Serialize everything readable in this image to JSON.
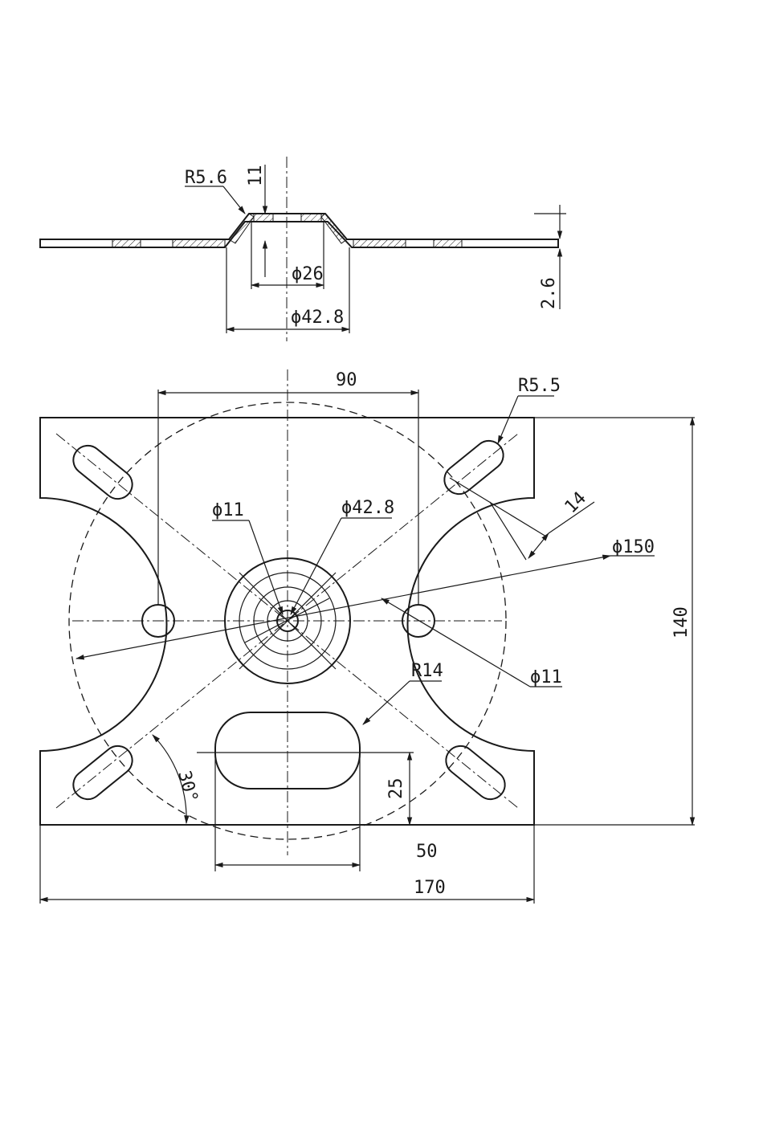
{
  "drawing": {
    "section": {
      "radius": "R5.6",
      "height": "11",
      "inner_dia": "ϕ26",
      "outer_dia": "ϕ42.8",
      "thickness": "2.6"
    },
    "plan": {
      "hole_spacing": "90",
      "slot_radius": "R5.5",
      "slot_width": "14",
      "bolt_circle": "ϕ150",
      "center_hole": "ϕ11",
      "boss_dia": "ϕ42.8",
      "side_hole": "ϕ11",
      "cutout_radius": "R14",
      "angle": "30°",
      "cutout_height": "25",
      "cutout_width": "50",
      "width": "170",
      "height": "140"
    }
  }
}
